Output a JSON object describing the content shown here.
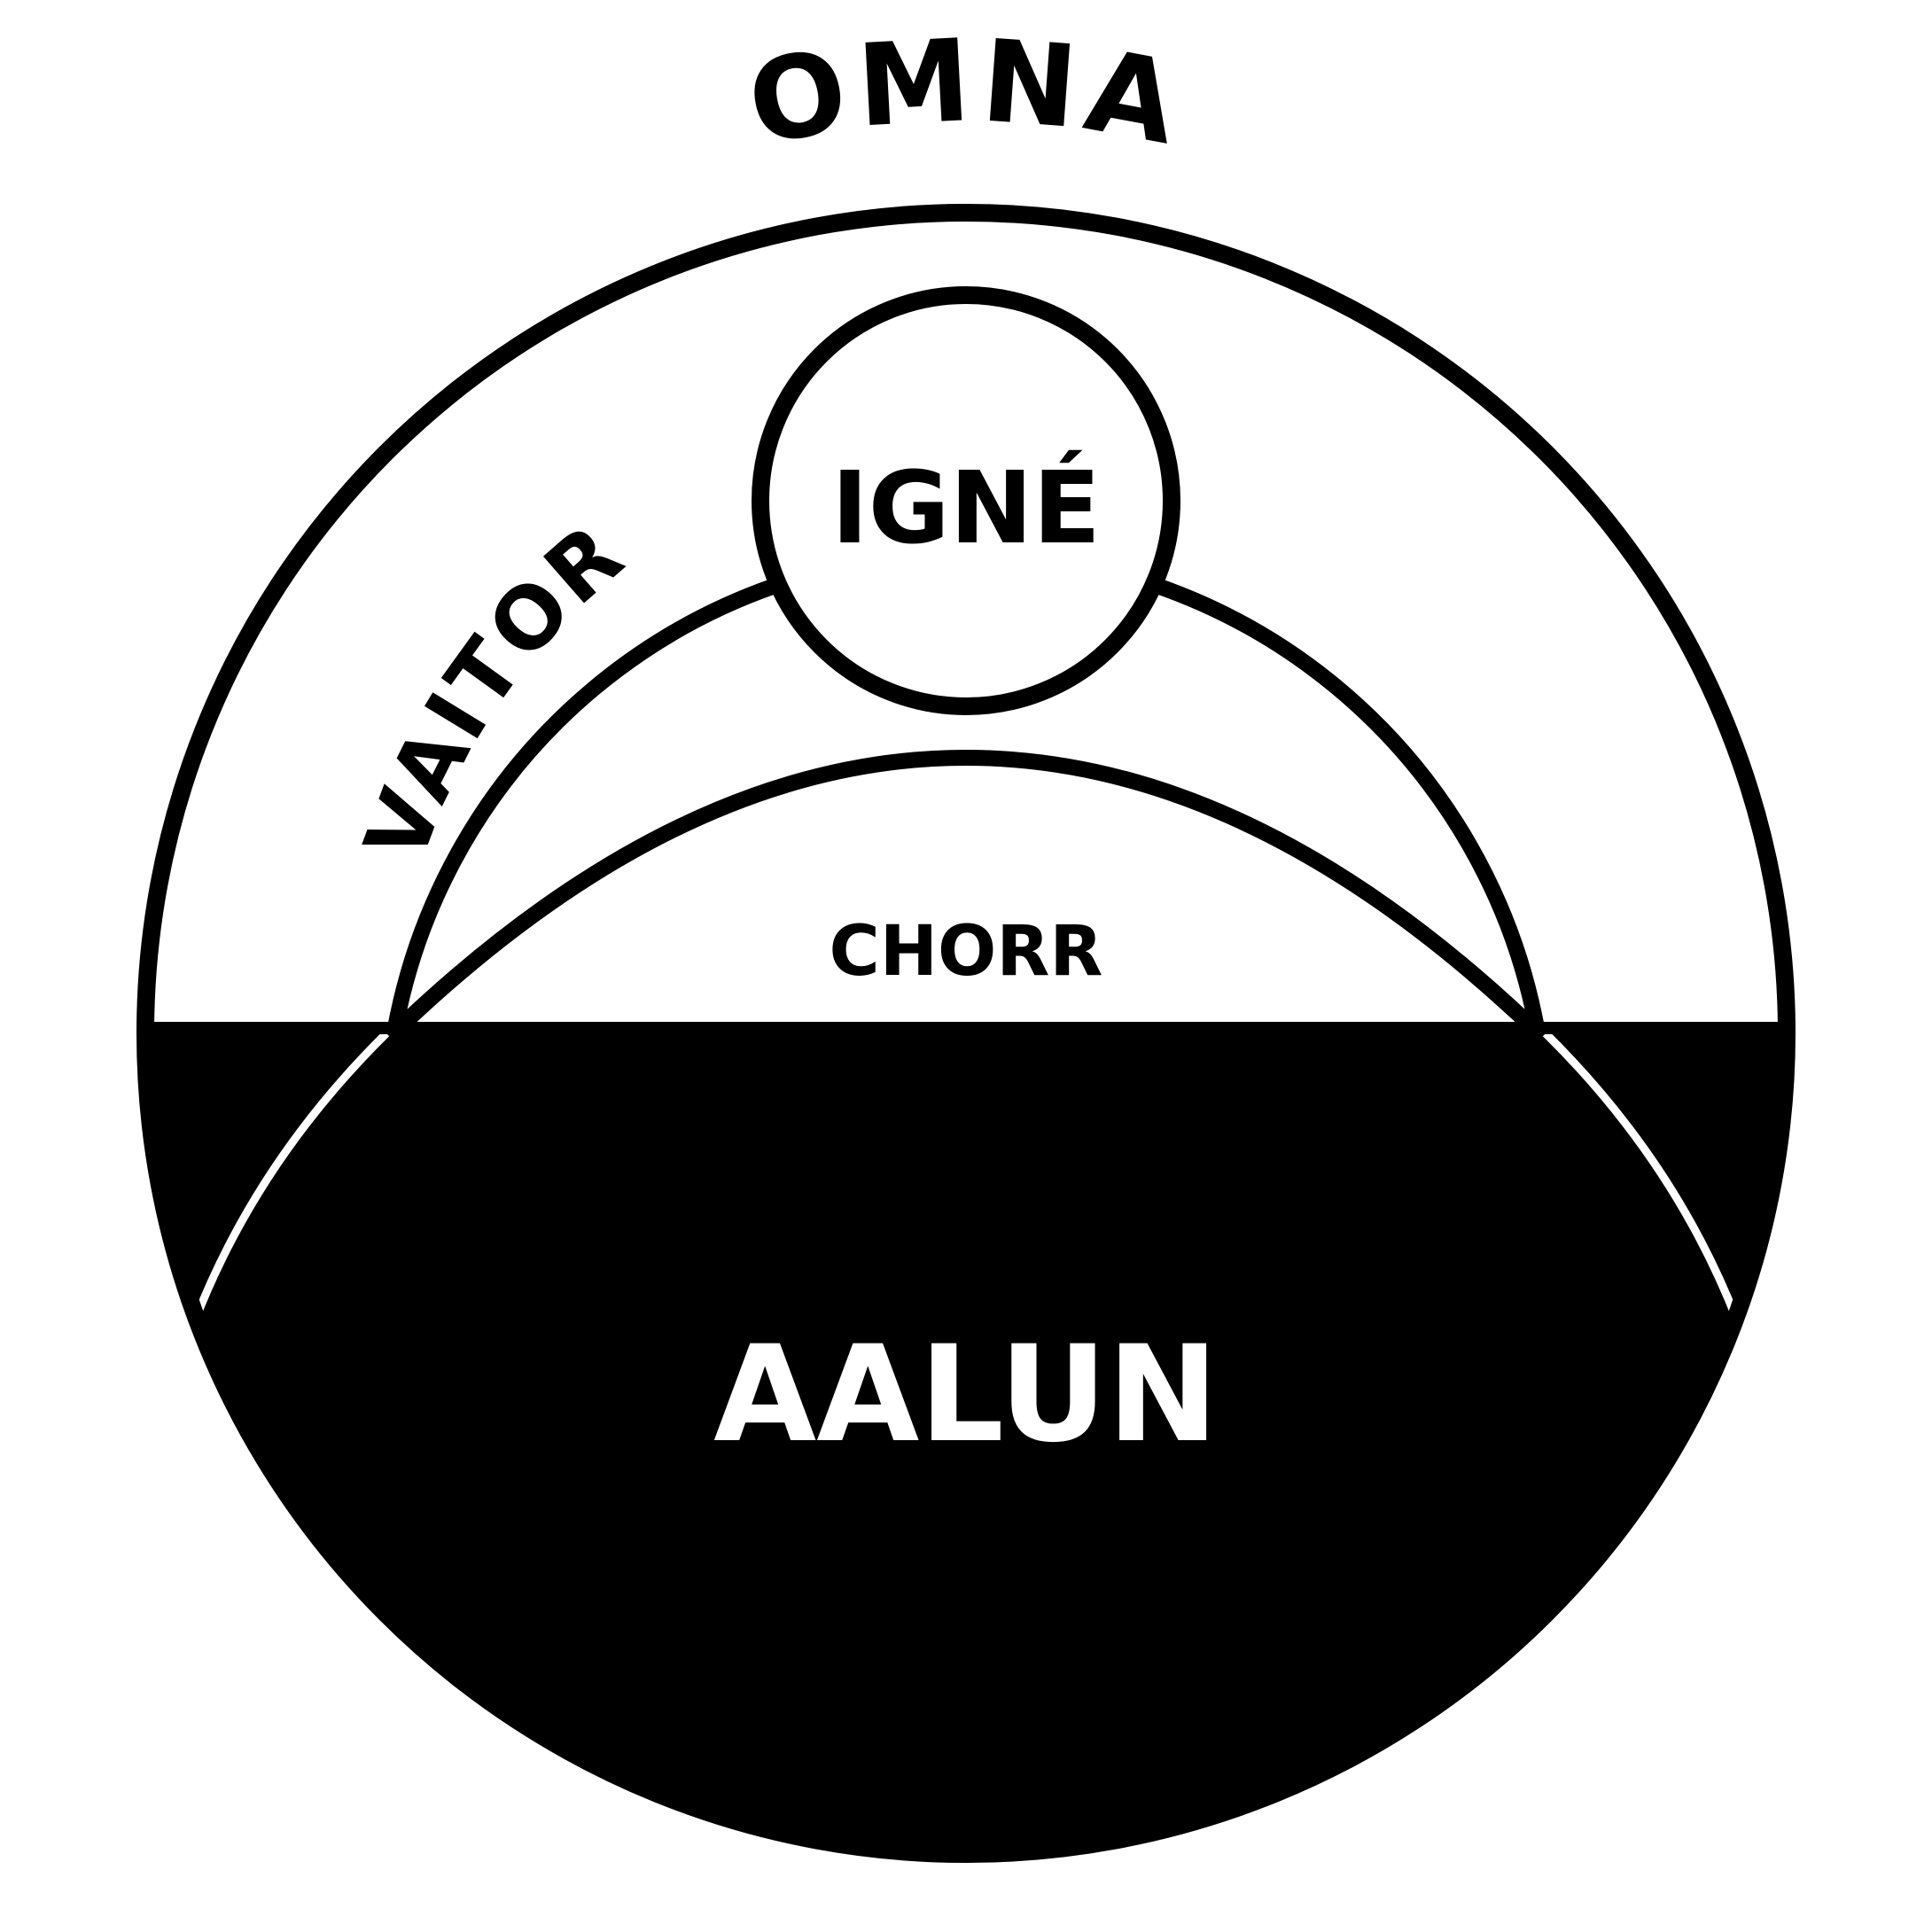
{
  "diagram": {
    "labels": {
      "omna": "OMNA",
      "vaitor": "VAITOR",
      "igne": "IGNÉ",
      "chorr": "CHORR",
      "aalun": "AALUN"
    },
    "colors": {
      "stroke": "#000000",
      "fill_dark": "#000000",
      "background": "#ffffff",
      "text_light": "#ffffff",
      "text_dark": "#000000"
    }
  }
}
